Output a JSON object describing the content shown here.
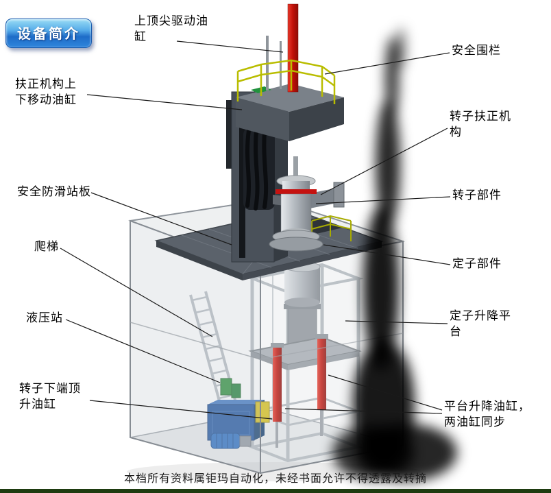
{
  "badge": {
    "label": "设备简介"
  },
  "labels": {
    "top_drive_cylinder": {
      "text": "上顶尖驱动油\n缸"
    },
    "safety_fence": {
      "text": "安全围栏"
    },
    "centering_move_cylinder": {
      "text": "扶正机构上\n下移动油缸"
    },
    "rotor_centering_mechanism": {
      "text": "转子扶正机\n构"
    },
    "anti_slip_plate": {
      "text": "安全防滑站板"
    },
    "rotor_part": {
      "text": "转子部件"
    },
    "ladder": {
      "text": "爬梯"
    },
    "stator_part": {
      "text": "定子部件"
    },
    "hydraulic_station": {
      "text": "液压站"
    },
    "stator_lift_platform": {
      "text": "定子升降平\n台"
    },
    "rotor_bottom_jack_cylinder": {
      "text": "转子下端顶\n升油缸"
    },
    "platform_lift_cylinders": {
      "text": "平台升降油缸，\n两油缸同步"
    }
  },
  "footer": {
    "text": "本档所有资料属钜玛自动化，未经书面允许不得透露及转摘"
  },
  "colors": {
    "badge_blue": "#2f86dc",
    "cylinder_red": "#c01008",
    "railing_yellow": "#b9bd00",
    "hydraulic_blue": "#1f55a0",
    "frame_gray": "#4a515a",
    "platform_gray": "#5b626b",
    "label_text": "#000000",
    "footer_strip_green": "#1e3b10"
  }
}
